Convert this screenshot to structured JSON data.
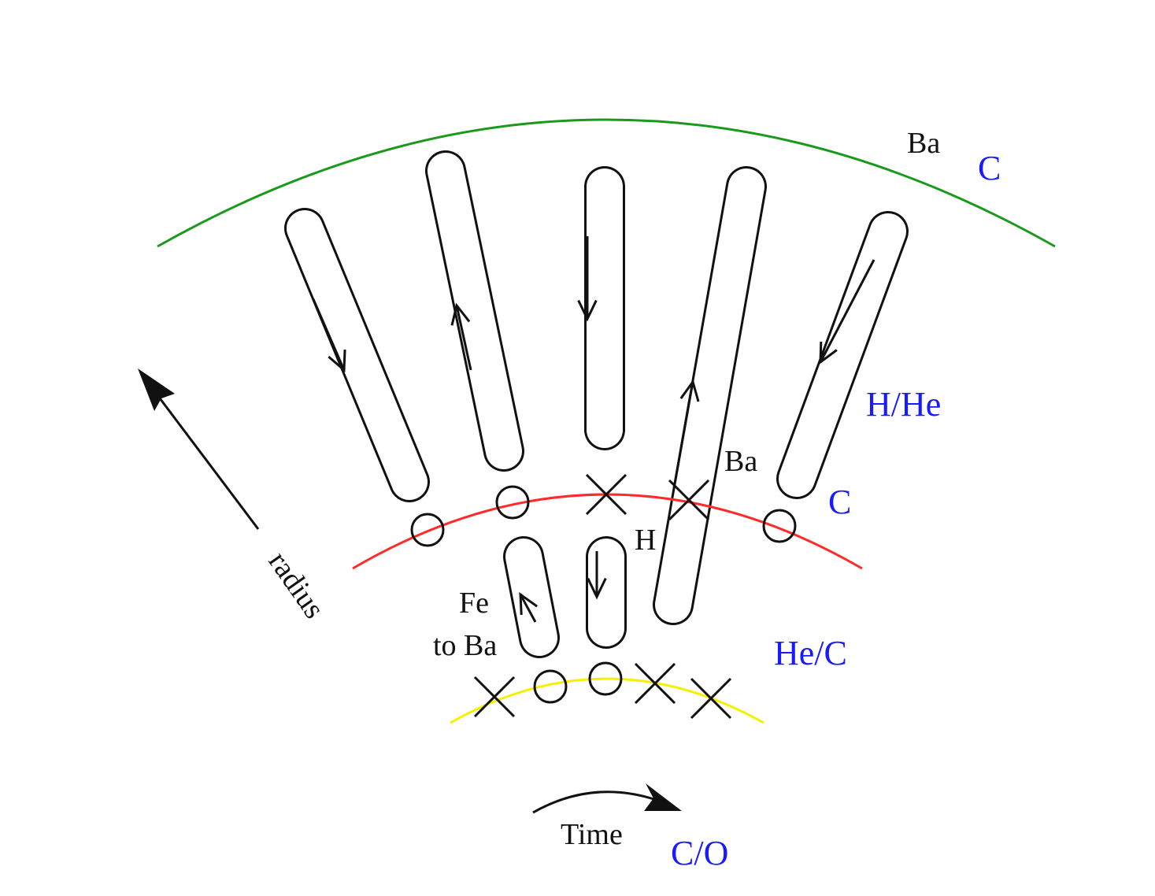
{
  "labels": {
    "top_ba": "Ba",
    "top_c": "C",
    "h_he": "H/He",
    "mid_ba": "Ba",
    "mid_c": "C",
    "h": "H",
    "fe": "Fe",
    "to_ba": "to Ba",
    "he_c": "He/C",
    "radius": "radius",
    "time": "Time",
    "c_o": "C/O"
  },
  "colors": {
    "outer_shell": "#1a9a1a",
    "middle_shell": "#ff2a2a",
    "inner_shell": "#f5f000",
    "zone_label": "#1a1aff",
    "ink": "#111111"
  }
}
